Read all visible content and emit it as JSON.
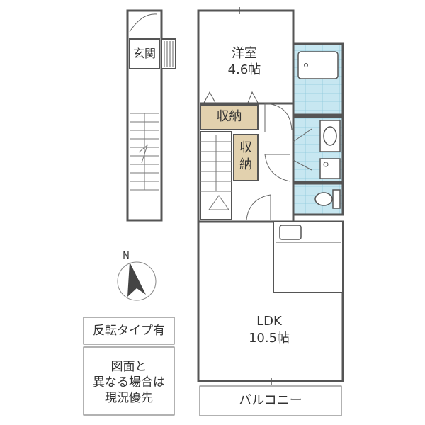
{
  "rooms": {
    "entrance": "玄関",
    "western_room": {
      "name": "洋室",
      "size": "4.6帖"
    },
    "closet_1": "収納",
    "closet_2": "収納",
    "ldk": {
      "name": "LDK",
      "size": "10.5帖"
    },
    "balcony": "バルコニー"
  },
  "notes": {
    "reverse_type": "反転タイプ有",
    "disclaimer": [
      "図面と",
      "異なる場合は",
      "現況優先"
    ]
  },
  "compass": {
    "label": "N"
  },
  "colors": {
    "wall": "#555555",
    "closet": "#e2d1ae",
    "wet_area": "#bfe3ee",
    "tile_grid": "#8ec9dc"
  }
}
